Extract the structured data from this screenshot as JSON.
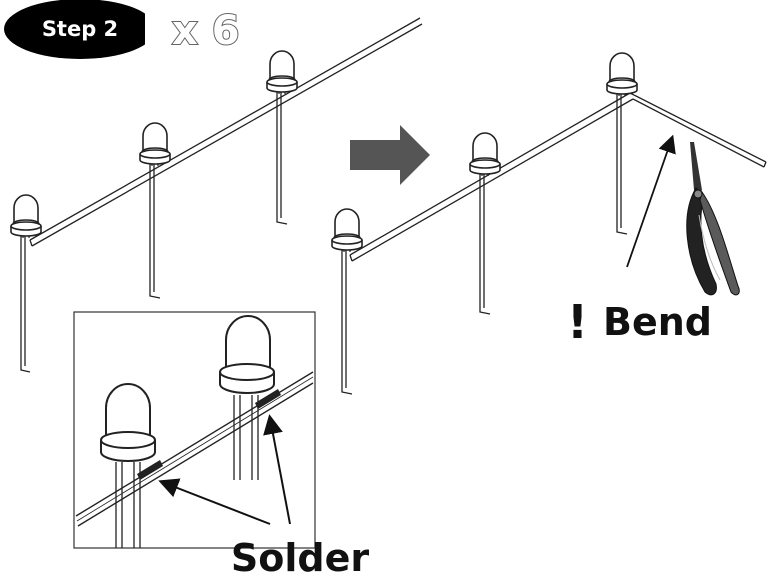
{
  "step": {
    "label": "Step 2",
    "multiplier": "x 6"
  },
  "bend": {
    "mark": "!",
    "label": "Bend"
  },
  "solder": {
    "label": "Solder"
  }
}
